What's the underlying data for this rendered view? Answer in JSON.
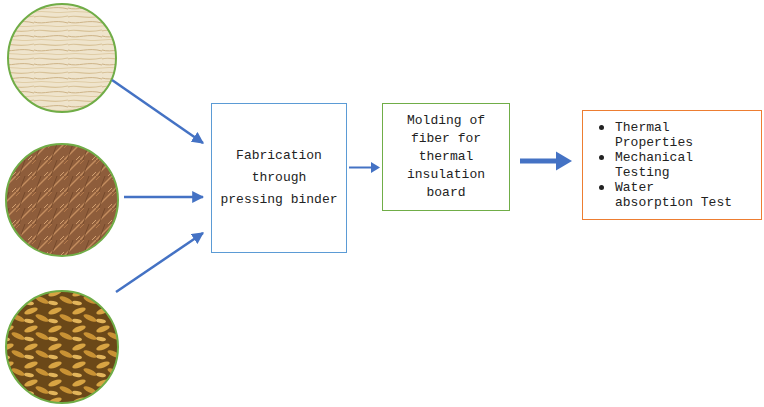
{
  "diagram": {
    "nodes": [
      {
        "text": [
          "Fabrication through pressing binder"
        ]
      },
      {
        "text": [
          "Molding of fiber for thermal insulation board"
        ]
      },
      {
        "text": [
          "Thermal Properties",
          "Mechanical Testing",
          "Water absorption Test"
        ]
      }
    ],
    "edges": [
      {
        "from": 0,
        "to": 1,
        "arrow": "to"
      },
      {
        "from": 1,
        "to": 2,
        "arrow": "to"
      }
    ]
  }
}
